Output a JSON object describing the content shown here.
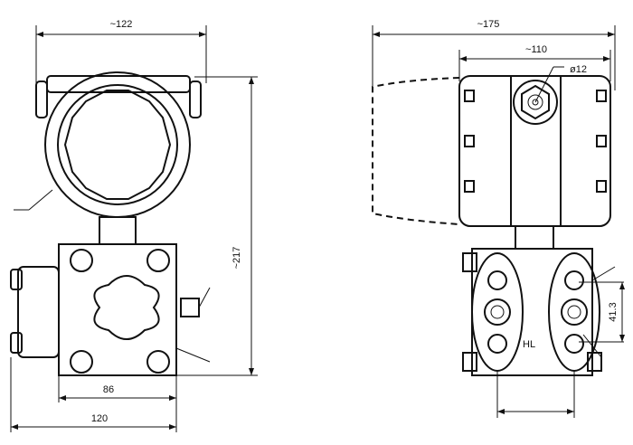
{
  "left_view": {
    "dim_width_top": "~122",
    "dim_height": "~217",
    "dim_flange_width": "86",
    "dim_total_width": "120"
  },
  "right_view": {
    "dim_total_depth": "~175",
    "dim_housing_depth": "~110",
    "dim_nut_diameter": "ø12",
    "dim_port_spacing": "41.3",
    "port_label": "HL"
  }
}
